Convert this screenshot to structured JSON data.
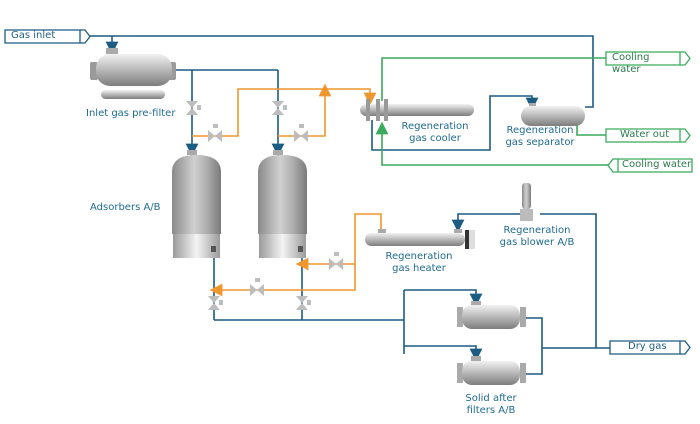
{
  "colors": {
    "process_gas": "#1c5c82",
    "regeneration_gas": "#f0962e",
    "cooling_water": "#3aaa5c",
    "label": "#1f6a8f"
  },
  "terminals": {
    "gas_inlet": "Gas inlet",
    "cooling_water_out": "Cooling water",
    "water_out": "Water out",
    "cooling_water_in": "Cooling water",
    "dry_gas": "Dry gas"
  },
  "equipment": {
    "inlet_filter": "Inlet gas pre-filter",
    "adsorbers": "Adsorbers A/B",
    "cooler_line1": "Regeneration",
    "cooler_line2": "gas cooler",
    "separator_line1": "Regeneration",
    "separator_line2": "gas separator",
    "heater_line1": "Regeneration",
    "heater_line2": "gas heater",
    "blower_line1": "Regeneration",
    "blower_line2": "gas blower A/B",
    "after_filters_line1": "Solid after",
    "after_filters_line2": "filters A/B"
  }
}
